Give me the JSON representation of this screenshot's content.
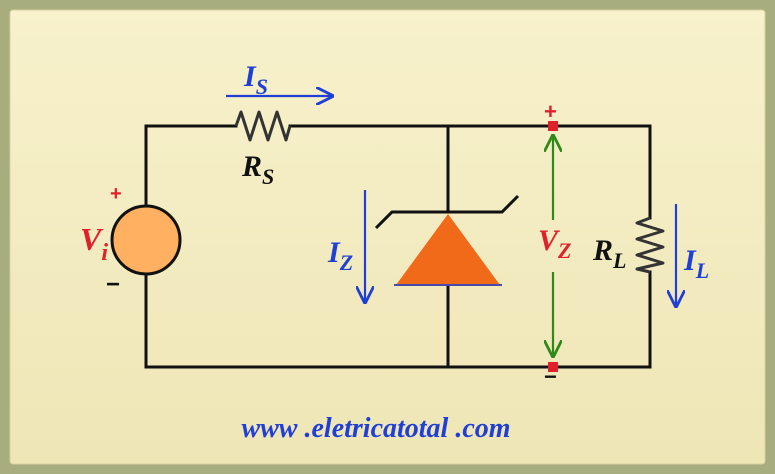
{
  "labels": {
    "source_voltage": "V",
    "source_voltage_sub": "i",
    "source_plus": "+",
    "source_minus": "−",
    "series_current": "I",
    "series_current_sub": "S",
    "series_resistor": "R",
    "series_resistor_sub": "S",
    "zener_current": "I",
    "zener_current_sub": "Z",
    "zener_voltage": "V",
    "zener_voltage_sub": "Z",
    "node_plus": "+",
    "node_minus": "−",
    "load_resistor": "R",
    "load_resistor_sub": "L",
    "load_current": "I",
    "load_current_sub": "L"
  },
  "watermark": "www .eletricatotal .com",
  "colors": {
    "panel": "#f5eec2",
    "frame": "#a8ad7e",
    "wire": "#111111",
    "current_arrow": "#1f3fd6",
    "voltage_arrow": "#2f8a1a",
    "polarity": "#e0202a",
    "source_fill": "#ffb060",
    "zener_fill": "#f06a1a",
    "resistor": "#333333",
    "source_label": "#e0202a",
    "resistor_label": "#111111",
    "current_label": "#1f3fd6",
    "voltage_label": "#e0202a",
    "watermark": "#1f3fd6"
  }
}
